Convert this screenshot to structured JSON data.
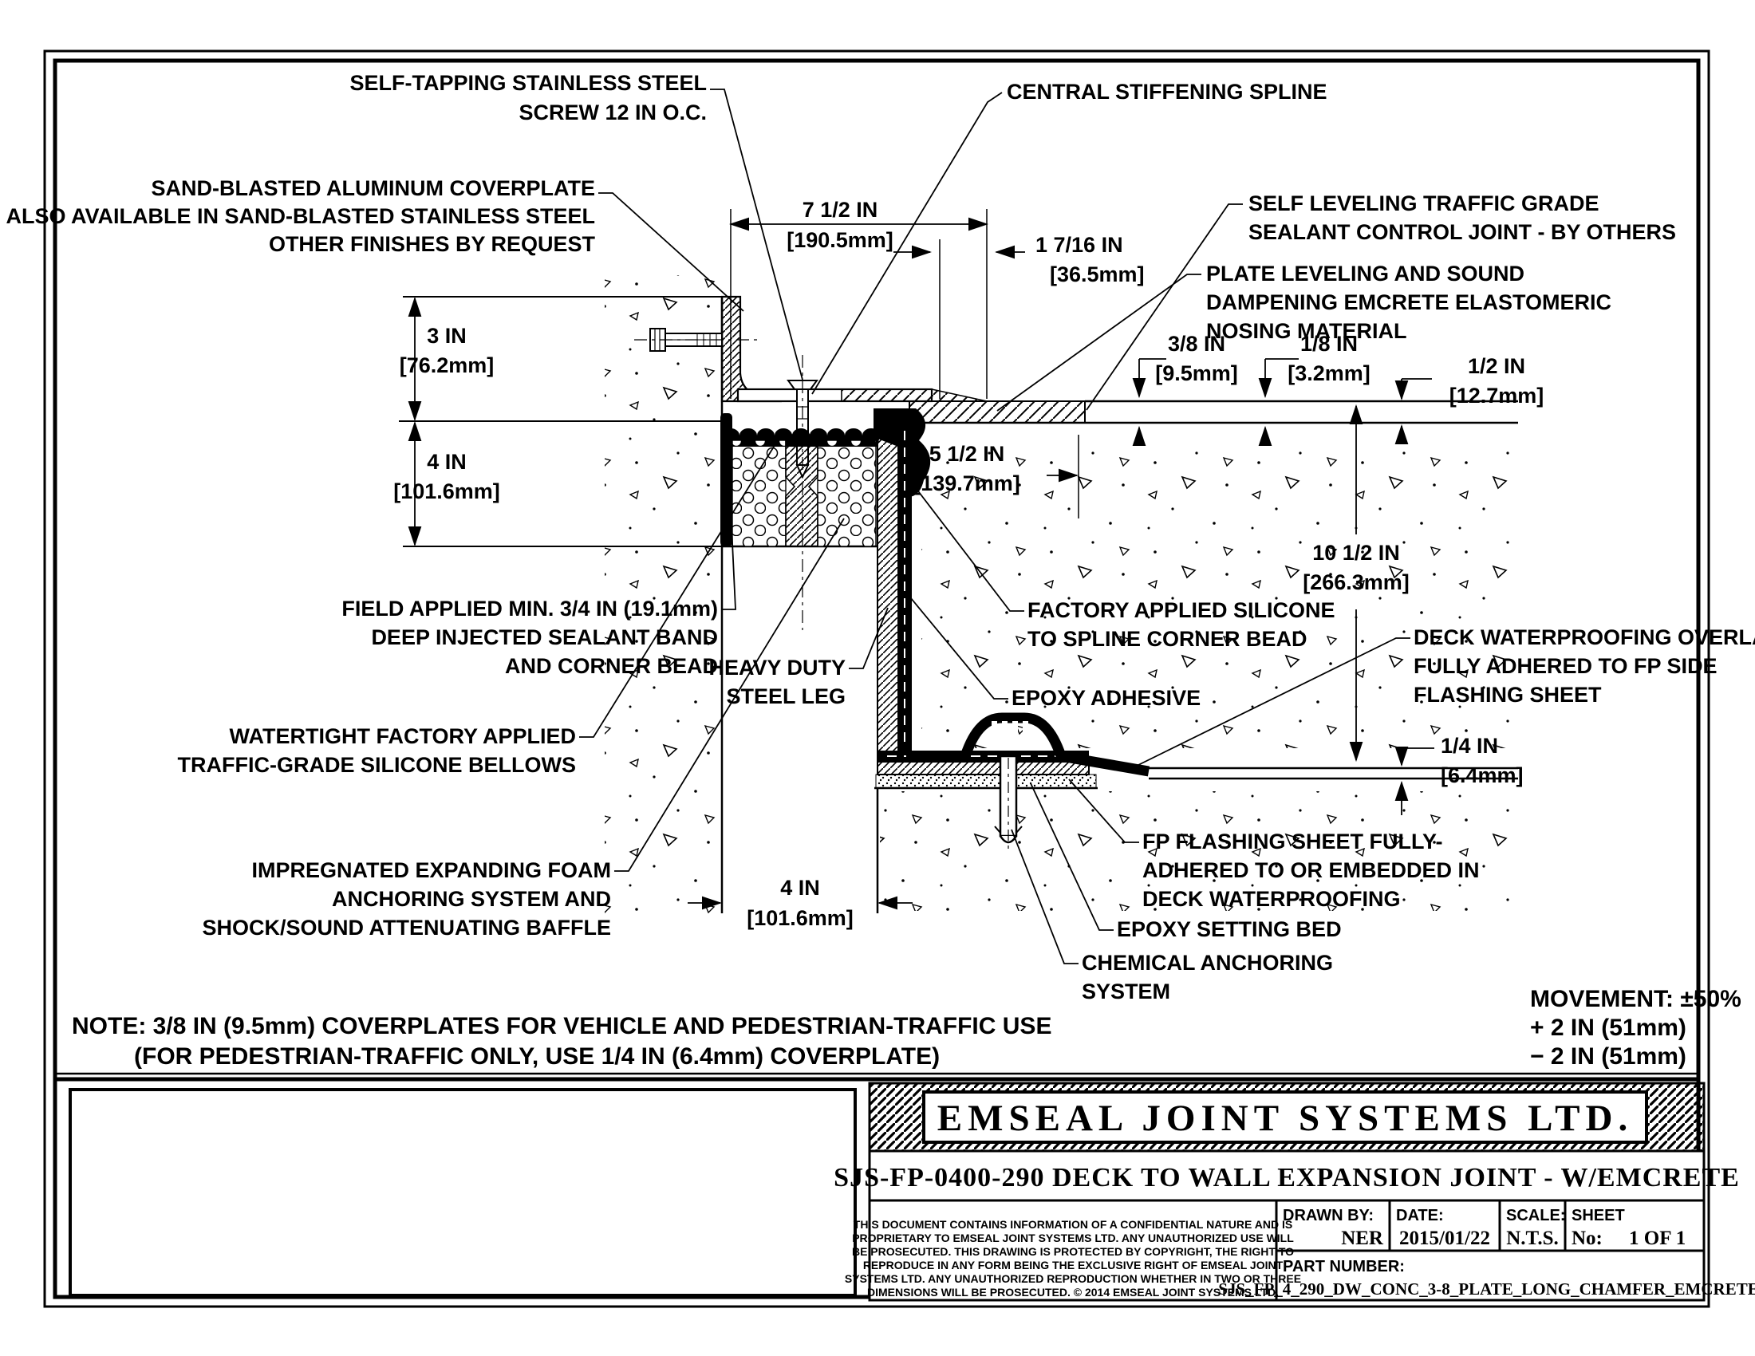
{
  "drawing": {
    "callouts": {
      "screw": [
        "SELF-TAPPING STAINLESS STEEL",
        "SCREW 12 IN O.C."
      ],
      "coverplate": [
        "SAND-BLASTED ALUMINUM COVERPLATE",
        "ALSO AVAILABLE IN SAND-BLASTED STAINLESS STEEL",
        "OTHER FINISHES BY REQUEST"
      ],
      "spline": [
        "CENTRAL STIFFENING SPLINE"
      ],
      "control_joint": [
        "SELF LEVELING TRAFFIC GRADE",
        "SEALANT CONTROL JOINT - BY OTHERS"
      ],
      "nosing": [
        "PLATE LEVELING AND SOUND",
        "DAMPENING EMCRETE ELASTOMERIC",
        "NOSING MATERIAL"
      ],
      "sealant_band": [
        "FIELD APPLIED MIN. 3/4 IN (19.1mm)",
        "DEEP INJECTED SEALANT BAND",
        "AND CORNER BEAD"
      ],
      "bellows": [
        "WATERTIGHT FACTORY APPLIED",
        "TRAFFIC-GRADE SILICONE BELLOWS"
      ],
      "foam": [
        "IMPREGNATED EXPANDING FOAM",
        "ANCHORING SYSTEM AND",
        "SHOCK/SOUND ATTENUATING BAFFLE"
      ],
      "steel_leg": [
        "HEAVY DUTY",
        "STEEL LEG"
      ],
      "epoxy_adhesive": [
        "EPOXY ADHESIVE"
      ],
      "silicone_bead": [
        "FACTORY APPLIED SILICONE",
        "TO SPLINE CORNER BEAD"
      ],
      "deck_overlay": [
        "DECK WATERPROOFING OVERLAY",
        "FULLY ADHERED TO FP SIDE",
        "FLASHING SHEET"
      ],
      "fp_flashing": [
        "FP FLASHING SHEET FULLY-",
        "ADHERED TO OR EMBEDDED IN",
        "DECK WATERPROOFING"
      ],
      "epoxy_bed": [
        "EPOXY SETTING BED"
      ],
      "chemical_anchor": [
        "CHEMICAL ANCHORING",
        "SYSTEM"
      ]
    },
    "dimensions": {
      "width_7_5": [
        "7 1/2 IN",
        "[190.5mm]"
      ],
      "offset_1_7_16": [
        "1 7/16 IN",
        "[36.5mm]"
      ],
      "plate_3_8": [
        "3/8 IN",
        "[9.5mm]"
      ],
      "gap_1_8": [
        "1/8 IN",
        "[3.2mm]"
      ],
      "overlay_1_2": [
        "1/2 IN",
        "[12.7mm]"
      ],
      "height_3": [
        "3 IN",
        "[76.2mm]"
      ],
      "height_4": [
        "4 IN",
        "[101.6mm]"
      ],
      "foam_5_5": [
        "5 1/2 IN",
        "[139.7mm]"
      ],
      "depth_10_5": [
        "10 1/2 IN",
        "[266.3mm]"
      ],
      "flashing_1_4": [
        "1/4 IN",
        "[6.4mm]"
      ],
      "joint_4": [
        "4 IN",
        "[101.6mm]"
      ]
    },
    "note": [
      "NOTE: 3/8 IN (9.5mm) COVERPLATES FOR VEHICLE AND PEDESTRIAN-TRAFFIC USE",
      "(FOR PEDESTRIAN-TRAFFIC ONLY, USE 1/4 IN (6.4mm) COVERPLATE)"
    ],
    "movement": [
      "MOVEMENT: ±50%",
      "+ 2 IN (51mm)",
      "− 2 IN (51mm)"
    ]
  },
  "title_block": {
    "company": "EMSEAL JOINT SYSTEMS LTD.",
    "drawing_title": "SJS-FP-0400-290 DECK TO WALL EXPANSION JOINT - W/EMCRETE",
    "disclaimer": [
      "THIS DOCUMENT CONTAINS INFORMATION OF A CONFIDENTIAL NATURE AND IS",
      "PROPRIETARY TO EMSEAL JOINT SYSTEMS LTD. ANY UNAUTHORIZED USE WILL",
      "BE PROSECUTED. THIS DRAWING IS PROTECTED BY COPYRIGHT, THE RIGHT TO",
      "REPRODUCE IN ANY FORM BEING THE EXCLUSIVE RIGHT OF EMSEAL JOINT",
      "SYSTEMS LTD. ANY UNAUTHORIZED REPRODUCTION WHETHER IN TWO OR THREE",
      "DIMENSIONS WILL BE PROSECUTED. © 2014 EMSEAL JOINT SYSTEMS LTD."
    ],
    "drawn_by_label": "DRAWN BY:",
    "drawn_by": "NER",
    "date_label": "DATE:",
    "date": "2015/01/22",
    "scale_label": "SCALE:",
    "scale": "N.T.S.",
    "sheet_label": "SHEET",
    "sheet_no_label": "No:",
    "sheet": "1 OF 1",
    "part_number_label": "PART NUMBER:",
    "part_number": "SJS_FP_4_290_DW_CONC_3-8_PLATE_LONG_CHAMFER_EMCRETE"
  }
}
